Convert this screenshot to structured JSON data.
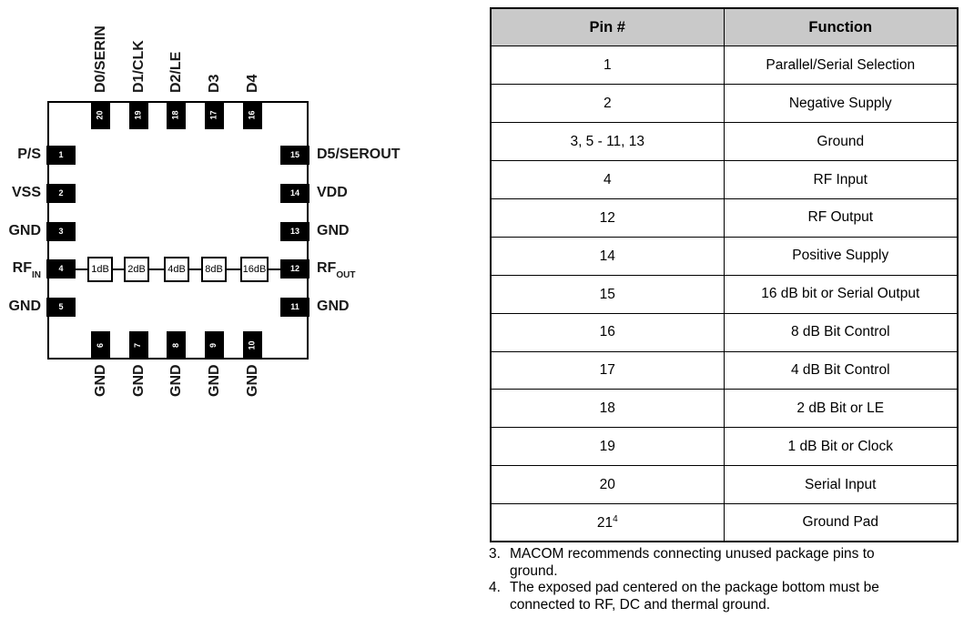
{
  "colors": {
    "header_bg": "#c9c9c9",
    "pin_fill": "#000000",
    "border": "#000000"
  },
  "package": {
    "top_pins": [
      {
        "num": "20",
        "label": "D0/SERIN"
      },
      {
        "num": "19",
        "label": "D1/CLK"
      },
      {
        "num": "18",
        "label": "D2/LE"
      },
      {
        "num": "17",
        "label": "D3"
      },
      {
        "num": "16",
        "label": "D4"
      }
    ],
    "bottom_pins": [
      {
        "num": "6",
        "label": "GND"
      },
      {
        "num": "7",
        "label": "GND"
      },
      {
        "num": "8",
        "label": "GND"
      },
      {
        "num": "9",
        "label": "GND"
      },
      {
        "num": "10",
        "label": "GND"
      }
    ],
    "left_pins": [
      {
        "num": "1",
        "label": "P/S",
        "sub": ""
      },
      {
        "num": "2",
        "label": "VSS",
        "sub": ""
      },
      {
        "num": "3",
        "label": "GND",
        "sub": ""
      },
      {
        "num": "4",
        "label": "RF",
        "sub": "IN"
      },
      {
        "num": "5",
        "label": "GND",
        "sub": ""
      }
    ],
    "right_pins": [
      {
        "num": "15",
        "label": "D5/SEROUT",
        "sub": ""
      },
      {
        "num": "14",
        "label": "VDD",
        "sub": ""
      },
      {
        "num": "13",
        "label": "GND",
        "sub": ""
      },
      {
        "num": "12",
        "label": "RF",
        "sub": "OUT"
      },
      {
        "num": "11",
        "label": "GND",
        "sub": ""
      }
    ],
    "attenuators": [
      "1dB",
      "2dB",
      "4dB",
      "8dB",
      "16dB"
    ]
  },
  "table": {
    "headers": [
      "Pin #",
      "Function"
    ],
    "rows": [
      {
        "pin": "1",
        "sup": "",
        "fn": "Parallel/Serial Selection"
      },
      {
        "pin": "2",
        "sup": "",
        "fn": "Negative Supply"
      },
      {
        "pin": "3, 5 - 11, 13",
        "sup": "",
        "fn": "Ground"
      },
      {
        "pin": "4",
        "sup": "",
        "fn": "RF Input"
      },
      {
        "pin": "12",
        "sup": "",
        "fn": "RF Output"
      },
      {
        "pin": "14",
        "sup": "",
        "fn": "Positive Supply"
      },
      {
        "pin": "15",
        "sup": "",
        "fn": "16 dB bit or Serial Output"
      },
      {
        "pin": "16",
        "sup": "",
        "fn": "8 dB Bit Control"
      },
      {
        "pin": "17",
        "sup": "",
        "fn": "4 dB Bit Control"
      },
      {
        "pin": "18",
        "sup": "",
        "fn": "2 dB Bit or LE"
      },
      {
        "pin": "19",
        "sup": "",
        "fn": "1 dB Bit or Clock"
      },
      {
        "pin": "20",
        "sup": "",
        "fn": "Serial Input"
      },
      {
        "pin": "21",
        "sup": "4",
        "fn": "Ground Pad"
      }
    ]
  },
  "notes": [
    {
      "num": "3.",
      "text": "MACOM recommends connecting unused package pins to ground."
    },
    {
      "num": "4.",
      "text": "The exposed pad centered on the package bottom must be connected to RF, DC and thermal ground."
    }
  ]
}
